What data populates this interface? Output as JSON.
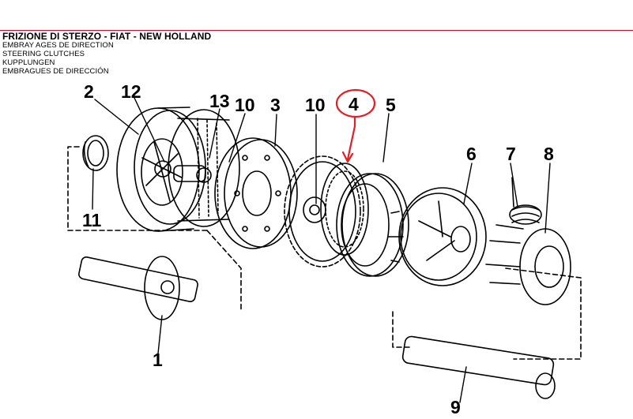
{
  "header": {
    "title": "FRIZIONE DI STERZO - FIAT - NEW HOLLAND",
    "translations": [
      "EMBRAY AGES DE DIRECTION",
      "STEERING CLUTCHES",
      "KUPPLUNGEN",
      "EMBRAGUES DE DIRECCIÓN"
    ]
  },
  "parts": {
    "p1": "1",
    "p2": "2",
    "p3": "3",
    "p4": "4",
    "p5": "5",
    "p6": "6",
    "p7": "7",
    "p8": "8",
    "p9": "9",
    "p10a": "10",
    "p10b": "10",
    "p11": "11",
    "p12": "12",
    "p13": "13"
  },
  "colors": {
    "line": "#000000",
    "accent": "#e11f26",
    "rule": "#c8102e"
  }
}
